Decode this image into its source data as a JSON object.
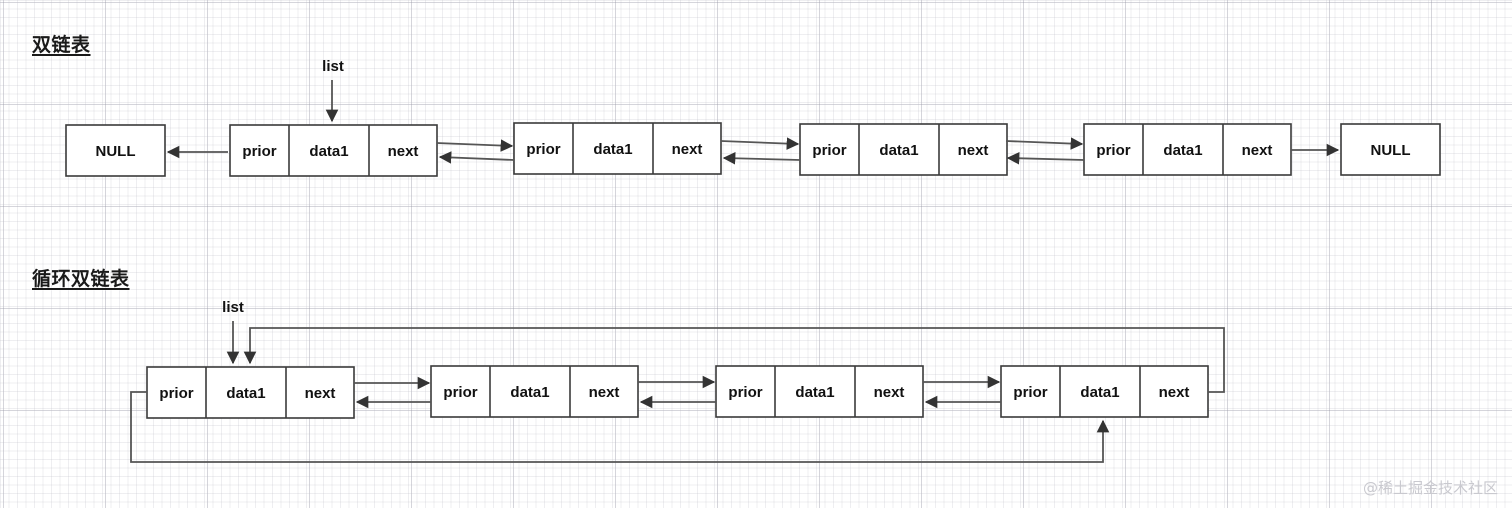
{
  "page": {
    "watermark": "@稀土掘金技术社区",
    "background": "#ffffff",
    "grid_color": "#e6e6ea",
    "line_color": "#555555",
    "box_border_color": "#3a3a3a",
    "text_color": "#111111"
  },
  "sections": [
    {
      "id": "doubly-linked-list",
      "title": "双链表",
      "pointer_label": "list",
      "terminator_left": "NULL",
      "terminator_right": "NULL",
      "node_count": 4,
      "cells": [
        "prior",
        "data1",
        "next"
      ]
    },
    {
      "id": "circular-doubly-linked-list",
      "title": "循环双链表",
      "pointer_label": "list",
      "terminator_left": "",
      "terminator_right": "",
      "node_count": 4,
      "cells": [
        "prior",
        "data1",
        "next"
      ]
    }
  ],
  "row1": {
    "null_left": "NULL",
    "null_right": "NULL",
    "list_label": "list",
    "nodes": [
      {
        "prior": "prior",
        "data": "data1",
        "next": "next"
      },
      {
        "prior": "prior",
        "data": "data1",
        "next": "next"
      },
      {
        "prior": "prior",
        "data": "data1",
        "next": "next"
      },
      {
        "prior": "prior",
        "data": "data1",
        "next": "next"
      }
    ]
  },
  "row2": {
    "list_label": "list",
    "nodes": [
      {
        "prior": "prior",
        "data": "data1",
        "next": "next"
      },
      {
        "prior": "prior",
        "data": "data1",
        "next": "next"
      },
      {
        "prior": "prior",
        "data": "data1",
        "next": "next"
      },
      {
        "prior": "prior",
        "data": "data1",
        "next": "next"
      }
    ]
  }
}
